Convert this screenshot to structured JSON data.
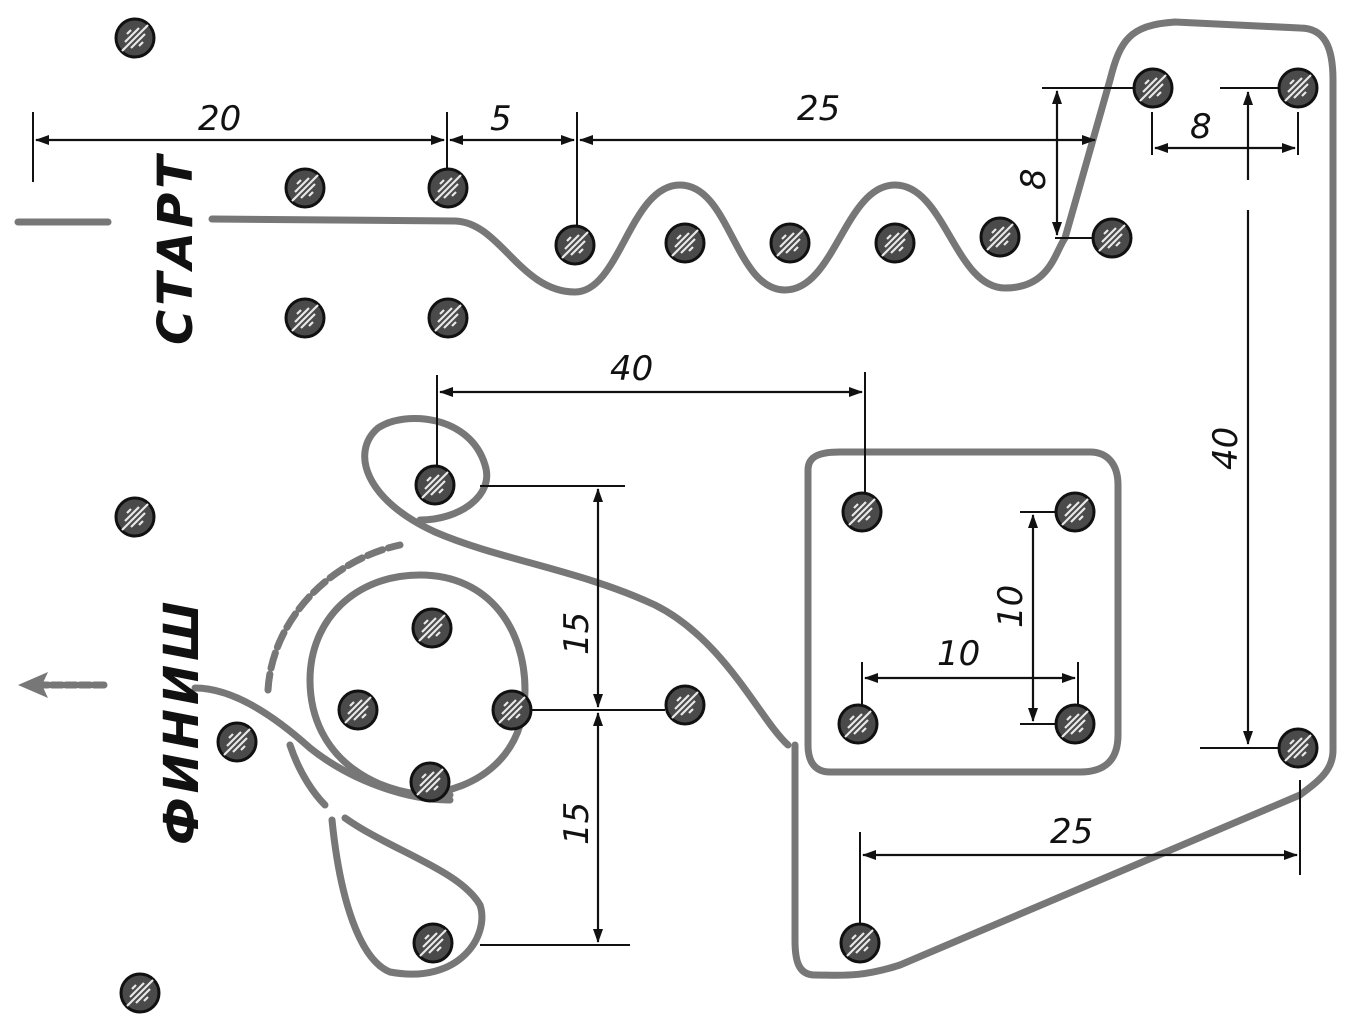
{
  "labels": {
    "start": "СТАРТ",
    "finish": "ФИНИШ"
  },
  "dimensions": {
    "d20": "20",
    "d5": "5",
    "d25_top": "25",
    "d8_left": "8",
    "d8_right": "8",
    "d40_top": "40",
    "d40_right": "40",
    "d15_upper": "15",
    "d15_lower": "15",
    "d10_horizontal": "10",
    "d10_vertical": "10",
    "d25_bottom": "25"
  },
  "colors": {
    "track": "#777777",
    "lines": "#111111",
    "peg": "#4a4a4a"
  }
}
